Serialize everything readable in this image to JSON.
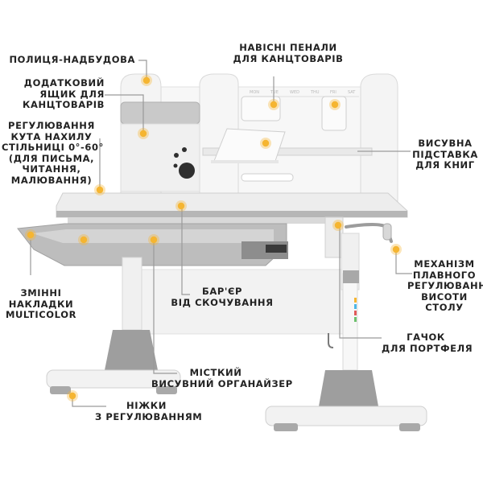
{
  "colors": {
    "accent": "#f5b531",
    "leader": "#9a9a9a",
    "gray": "#a9a9a9",
    "white": "#f6f6f6"
  },
  "labels": {
    "shelf": [
      "ПОЛИЦЯ-НАДБУДОВА"
    ],
    "extra_box": [
      "ДОДАТКОВИЙ",
      "ЯЩИК ДЛЯ",
      "КАНЦТОВАРІВ"
    ],
    "tilt": [
      "РЕГУЛЮВАННЯ",
      "КУТА НАХИЛУ",
      "СТІЛЬНИЦІ 0°-60°",
      "(ДЛЯ ПИСЬМА,",
      "ЧИТАННЯ,",
      "МАЛЮВАННЯ)"
    ],
    "pencil": [
      "НАВІСНІ ПЕНАЛИ",
      "ДЛЯ КАНЦТОВАРІВ"
    ],
    "book_stand": [
      "ВИСУВНА",
      "ПІДСТАВКА",
      "ДЛЯ КНИГ"
    ],
    "overlays": [
      "ЗМІННІ",
      "НАКЛАДКИ",
      "MULTICOLOR"
    ],
    "barrier": [
      "БАР'ЄР",
      "ВІД СКОЧУВАННЯ"
    ],
    "mechanism": [
      "МЕХАНІЗМ",
      "ПЛАВНОГО",
      "РЕГУЛЮВАННЯ",
      "ВИСОТИ",
      "СТОЛУ"
    ],
    "hook": [
      "ГАЧОК",
      "ДЛЯ ПОРТФЕЛЯ"
    ],
    "organizer": [
      "МІСТКИЙ",
      "ВИСУВНИЙ ОРГАНАЙЗЕР"
    ],
    "legs": [
      "НІЖКИ",
      "З РЕГУЛЮВАННЯМ"
    ]
  },
  "calendar_days": [
    "MON",
    "TUE",
    "WED",
    "THU",
    "FRI",
    "SAT"
  ]
}
